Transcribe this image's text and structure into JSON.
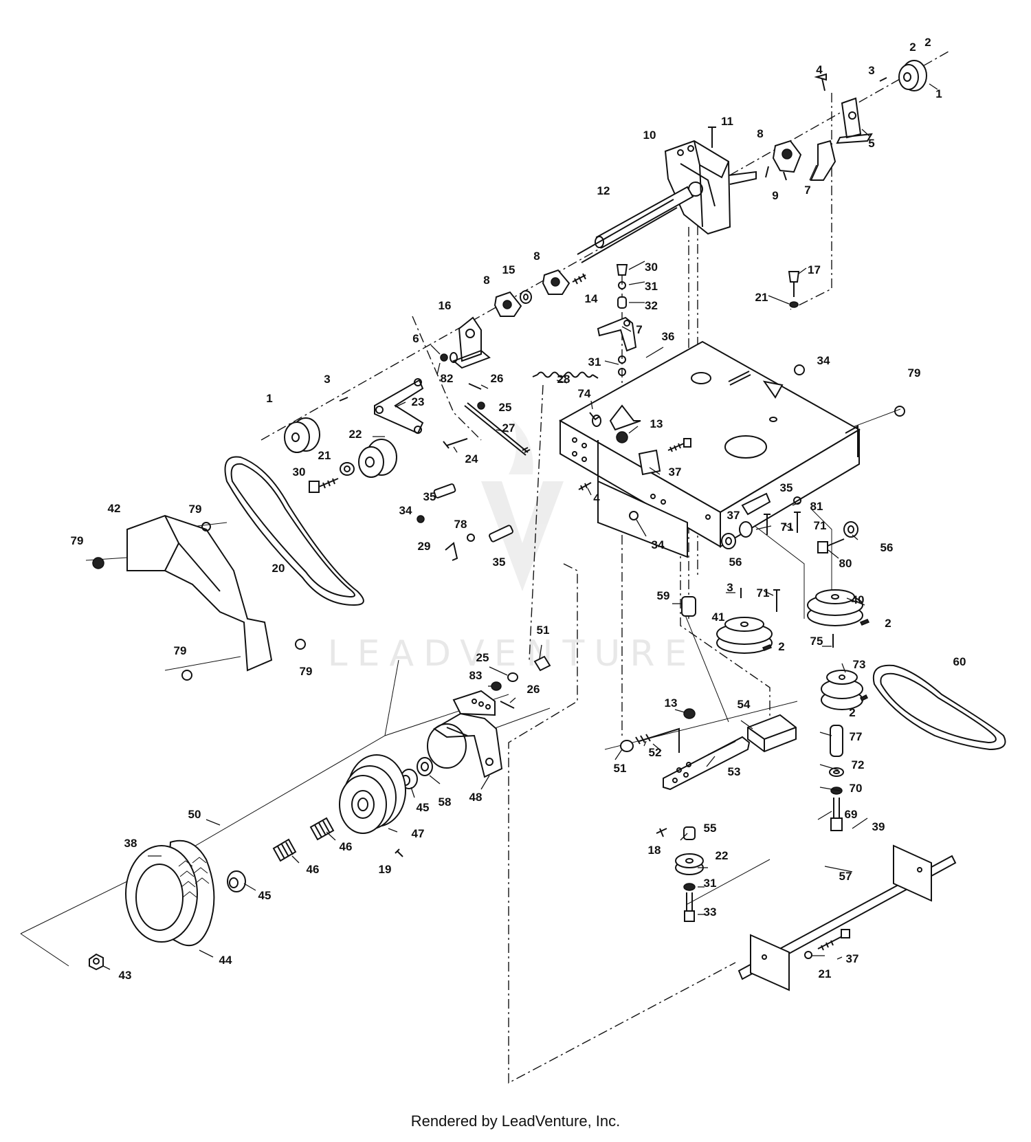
{
  "watermark": {
    "brand": "LEADVENTURE"
  },
  "footer": {
    "text": "Rendered by LeadVenture, Inc."
  },
  "callouts": [
    {
      "id": "c-1a",
      "text": "1"
    },
    {
      "id": "c-2a",
      "text": "2"
    },
    {
      "id": "c-2b",
      "text": "2"
    },
    {
      "id": "c-3a",
      "text": "3"
    },
    {
      "id": "c-4a",
      "text": "4"
    },
    {
      "id": "c-5",
      "text": "5"
    },
    {
      "id": "c-11",
      "text": "11"
    },
    {
      "id": "c-10",
      "text": "10"
    },
    {
      "id": "c-8a",
      "text": "8"
    },
    {
      "id": "c-9",
      "text": "9"
    },
    {
      "id": "c-7a",
      "text": "7"
    },
    {
      "id": "c-12",
      "text": "12"
    },
    {
      "id": "c-30a",
      "text": "30"
    },
    {
      "id": "c-31a",
      "text": "31"
    },
    {
      "id": "c-32",
      "text": "32"
    },
    {
      "id": "c-17",
      "text": "17"
    },
    {
      "id": "c-21a",
      "text": "21"
    },
    {
      "id": "c-8b",
      "text": "8"
    },
    {
      "id": "c-15",
      "text": "15"
    },
    {
      "id": "c-8c",
      "text": "8"
    },
    {
      "id": "c-14",
      "text": "14"
    },
    {
      "id": "c-16",
      "text": "16"
    },
    {
      "id": "c-7b",
      "text": "7"
    },
    {
      "id": "c-36",
      "text": "36"
    },
    {
      "id": "c-6",
      "text": "6"
    },
    {
      "id": "c-31b",
      "text": "31"
    },
    {
      "id": "c-34a",
      "text": "34"
    },
    {
      "id": "c-79a",
      "text": "79"
    },
    {
      "id": "c-3b",
      "text": "3"
    },
    {
      "id": "c-82",
      "text": "82"
    },
    {
      "id": "c-26a",
      "text": "26"
    },
    {
      "id": "c-28",
      "text": "28"
    },
    {
      "id": "c-1b",
      "text": "1"
    },
    {
      "id": "c-23",
      "text": "23"
    },
    {
      "id": "c-25a",
      "text": "25"
    },
    {
      "id": "c-74",
      "text": "74"
    },
    {
      "id": "c-13a",
      "text": "13"
    },
    {
      "id": "c-27",
      "text": "27"
    },
    {
      "id": "c-22a",
      "text": "22"
    },
    {
      "id": "c-24",
      "text": "24"
    },
    {
      "id": "c-21b",
      "text": "21"
    },
    {
      "id": "c-30b",
      "text": "30"
    },
    {
      "id": "c-37a",
      "text": "37"
    },
    {
      "id": "c-4b",
      "text": "4"
    },
    {
      "id": "c-35a",
      "text": "35"
    },
    {
      "id": "c-42",
      "text": "42"
    },
    {
      "id": "c-79b",
      "text": "79"
    },
    {
      "id": "c-79c",
      "text": "79"
    },
    {
      "id": "c-34b",
      "text": "34"
    },
    {
      "id": "c-35b",
      "text": "35"
    },
    {
      "id": "c-81",
      "text": "81"
    },
    {
      "id": "c-37b",
      "text": "37"
    },
    {
      "id": "c-71a",
      "text": "71"
    },
    {
      "id": "c-71b",
      "text": "71"
    },
    {
      "id": "c-78",
      "text": "78"
    },
    {
      "id": "c-34c",
      "text": "34"
    },
    {
      "id": "c-56a",
      "text": "56"
    },
    {
      "id": "c-29",
      "text": "29"
    },
    {
      "id": "c-35c",
      "text": "35"
    },
    {
      "id": "c-20",
      "text": "20"
    },
    {
      "id": "c-56b",
      "text": "56"
    },
    {
      "id": "c-80",
      "text": "80"
    },
    {
      "id": "c-3c",
      "text": "3"
    },
    {
      "id": "c-71c",
      "text": "71"
    },
    {
      "id": "c-40",
      "text": "40"
    },
    {
      "id": "c-59",
      "text": "59"
    },
    {
      "id": "c-41",
      "text": "41"
    },
    {
      "id": "c-2c",
      "text": "2"
    },
    {
      "id": "c-2d",
      "text": "2"
    },
    {
      "id": "c-51a",
      "text": "51"
    },
    {
      "id": "c-75",
      "text": "75"
    },
    {
      "id": "c-79d",
      "text": "79"
    },
    {
      "id": "c-79e",
      "text": "79"
    },
    {
      "id": "c-25b",
      "text": "25"
    },
    {
      "id": "c-73",
      "text": "73"
    },
    {
      "id": "c-60",
      "text": "60"
    },
    {
      "id": "c-83",
      "text": "83"
    },
    {
      "id": "c-26b",
      "text": "26"
    },
    {
      "id": "c-13b",
      "text": "13"
    },
    {
      "id": "c-54",
      "text": "54"
    },
    {
      "id": "c-2e",
      "text": "2"
    },
    {
      "id": "c-77",
      "text": "77"
    },
    {
      "id": "c-52",
      "text": "52"
    },
    {
      "id": "c-51b",
      "text": "51"
    },
    {
      "id": "c-53",
      "text": "53"
    },
    {
      "id": "c-72",
      "text": "72"
    },
    {
      "id": "c-70",
      "text": "70"
    },
    {
      "id": "c-48",
      "text": "48"
    },
    {
      "id": "c-58",
      "text": "58"
    },
    {
      "id": "c-45a",
      "text": "45"
    },
    {
      "id": "c-50",
      "text": "50"
    },
    {
      "id": "c-69",
      "text": "69"
    },
    {
      "id": "c-39",
      "text": "39"
    },
    {
      "id": "c-47",
      "text": "47"
    },
    {
      "id": "c-55",
      "text": "55"
    },
    {
      "id": "c-38",
      "text": "38"
    },
    {
      "id": "c-46a",
      "text": "46"
    },
    {
      "id": "c-18",
      "text": "18"
    },
    {
      "id": "c-22b",
      "text": "22"
    },
    {
      "id": "c-46b",
      "text": "46"
    },
    {
      "id": "c-19",
      "text": "19"
    },
    {
      "id": "c-31c",
      "text": "31"
    },
    {
      "id": "c-57",
      "text": "57"
    },
    {
      "id": "c-45b",
      "text": "45"
    },
    {
      "id": "c-33",
      "text": "33"
    },
    {
      "id": "c-37c",
      "text": "37"
    },
    {
      "id": "c-44",
      "text": "44"
    },
    {
      "id": "c-21c",
      "text": "21"
    },
    {
      "id": "c-43",
      "text": "43"
    }
  ]
}
